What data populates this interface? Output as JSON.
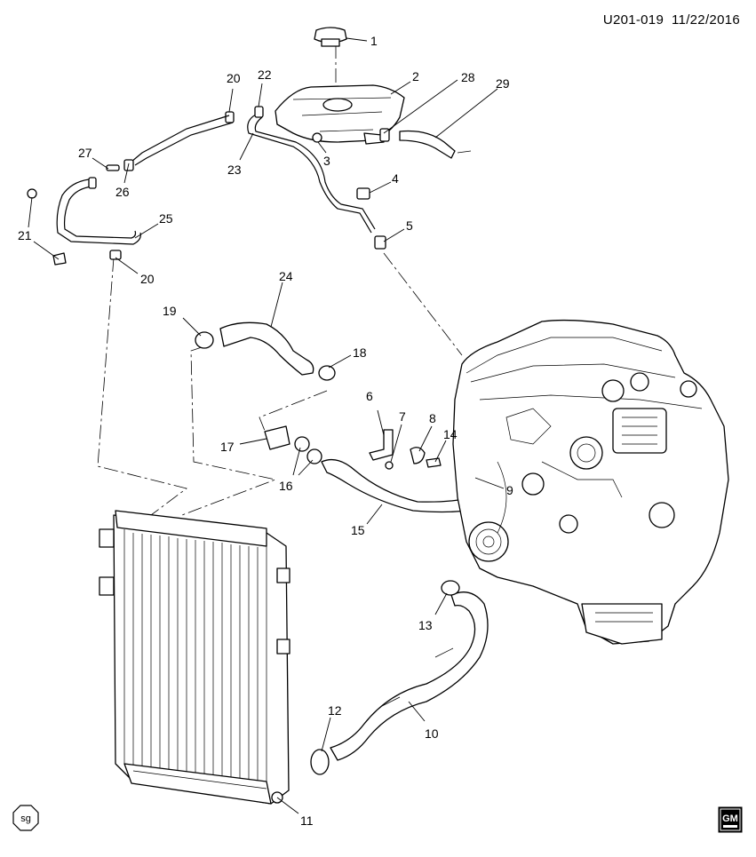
{
  "header": {
    "code": "U201-019",
    "date": "11/22/2016"
  },
  "footer": {
    "left_mark": "sg",
    "right_logo": "GM"
  },
  "callouts": {
    "c1": "1",
    "c2": "2",
    "c3": "3",
    "c4": "4",
    "c5": "5",
    "c6": "6",
    "c7": "7",
    "c8": "8",
    "c9": "9",
    "c10": "10",
    "c11": "11",
    "c12": "12",
    "c13": "13",
    "c14": "14",
    "c15": "15",
    "c16": "16",
    "c17": "17",
    "c18": "18",
    "c19": "19",
    "c20a": "20",
    "c20b": "20",
    "c21": "21",
    "c22": "22",
    "c23": "23",
    "c24": "24",
    "c25": "25",
    "c26": "26",
    "c27": "27",
    "c28": "28",
    "c29": "29"
  }
}
